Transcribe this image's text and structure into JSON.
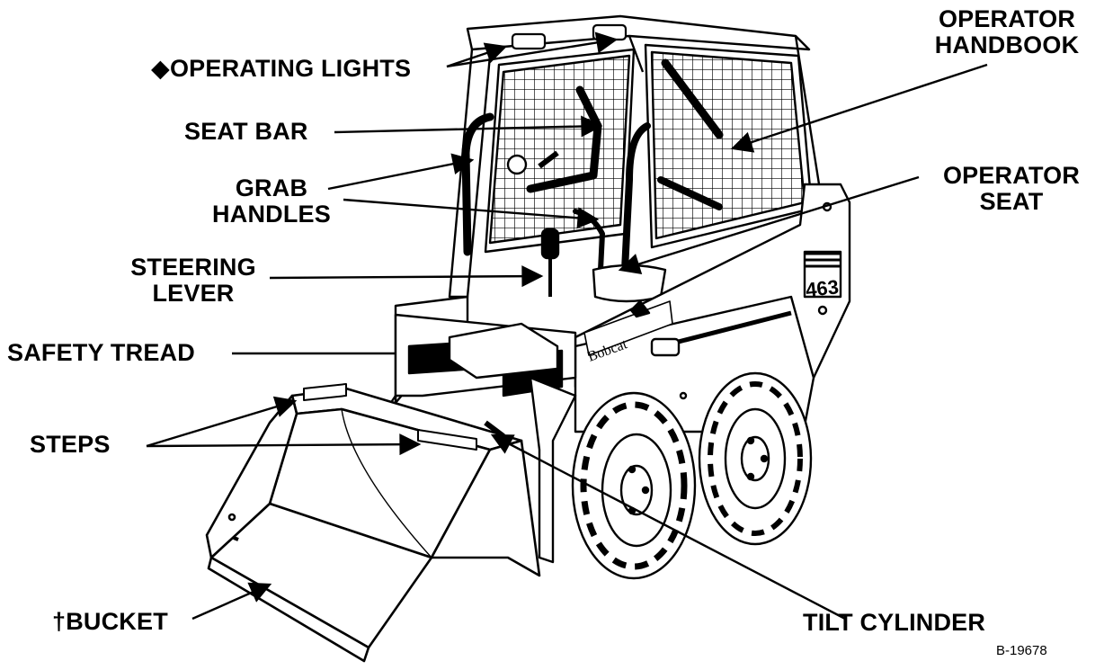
{
  "figure_id": "B-19678",
  "brand_text": "Bobcat",
  "model_text": "463",
  "labels": {
    "operating_lights": "◆OPERATING LIGHTS",
    "operator_handbook": [
      "OPERATOR",
      "HANDBOOK"
    ],
    "seat_bar": "SEAT BAR",
    "grab_handles": [
      "GRAB",
      "HANDLES"
    ],
    "operator_seat": [
      "OPERATOR",
      "SEAT"
    ],
    "steering_lever": [
      "STEERING",
      "LEVER"
    ],
    "safety_tread": "SAFETY TREAD",
    "steps": "STEPS",
    "bucket": "†BUCKET",
    "tilt_cylinder": "TILT CYLINDER"
  }
}
